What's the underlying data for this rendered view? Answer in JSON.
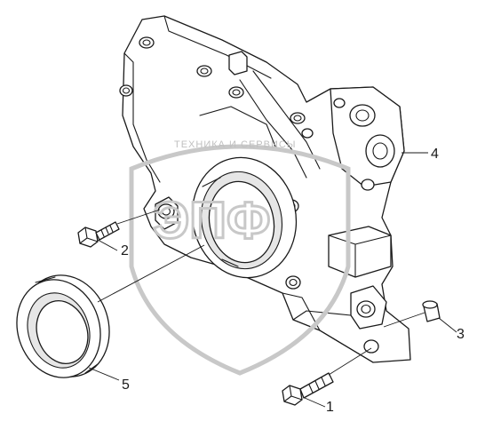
{
  "callouts": [
    {
      "id": "1",
      "label": "1"
    },
    {
      "id": "2",
      "label": "2"
    },
    {
      "id": "3",
      "label": "3"
    },
    {
      "id": "4",
      "label": "4"
    },
    {
      "id": "5",
      "label": "5"
    }
  ],
  "watermark": {
    "text": "ТЕХНИКА И СЕРВИСЫ",
    "logo": "ЭПФ"
  }
}
